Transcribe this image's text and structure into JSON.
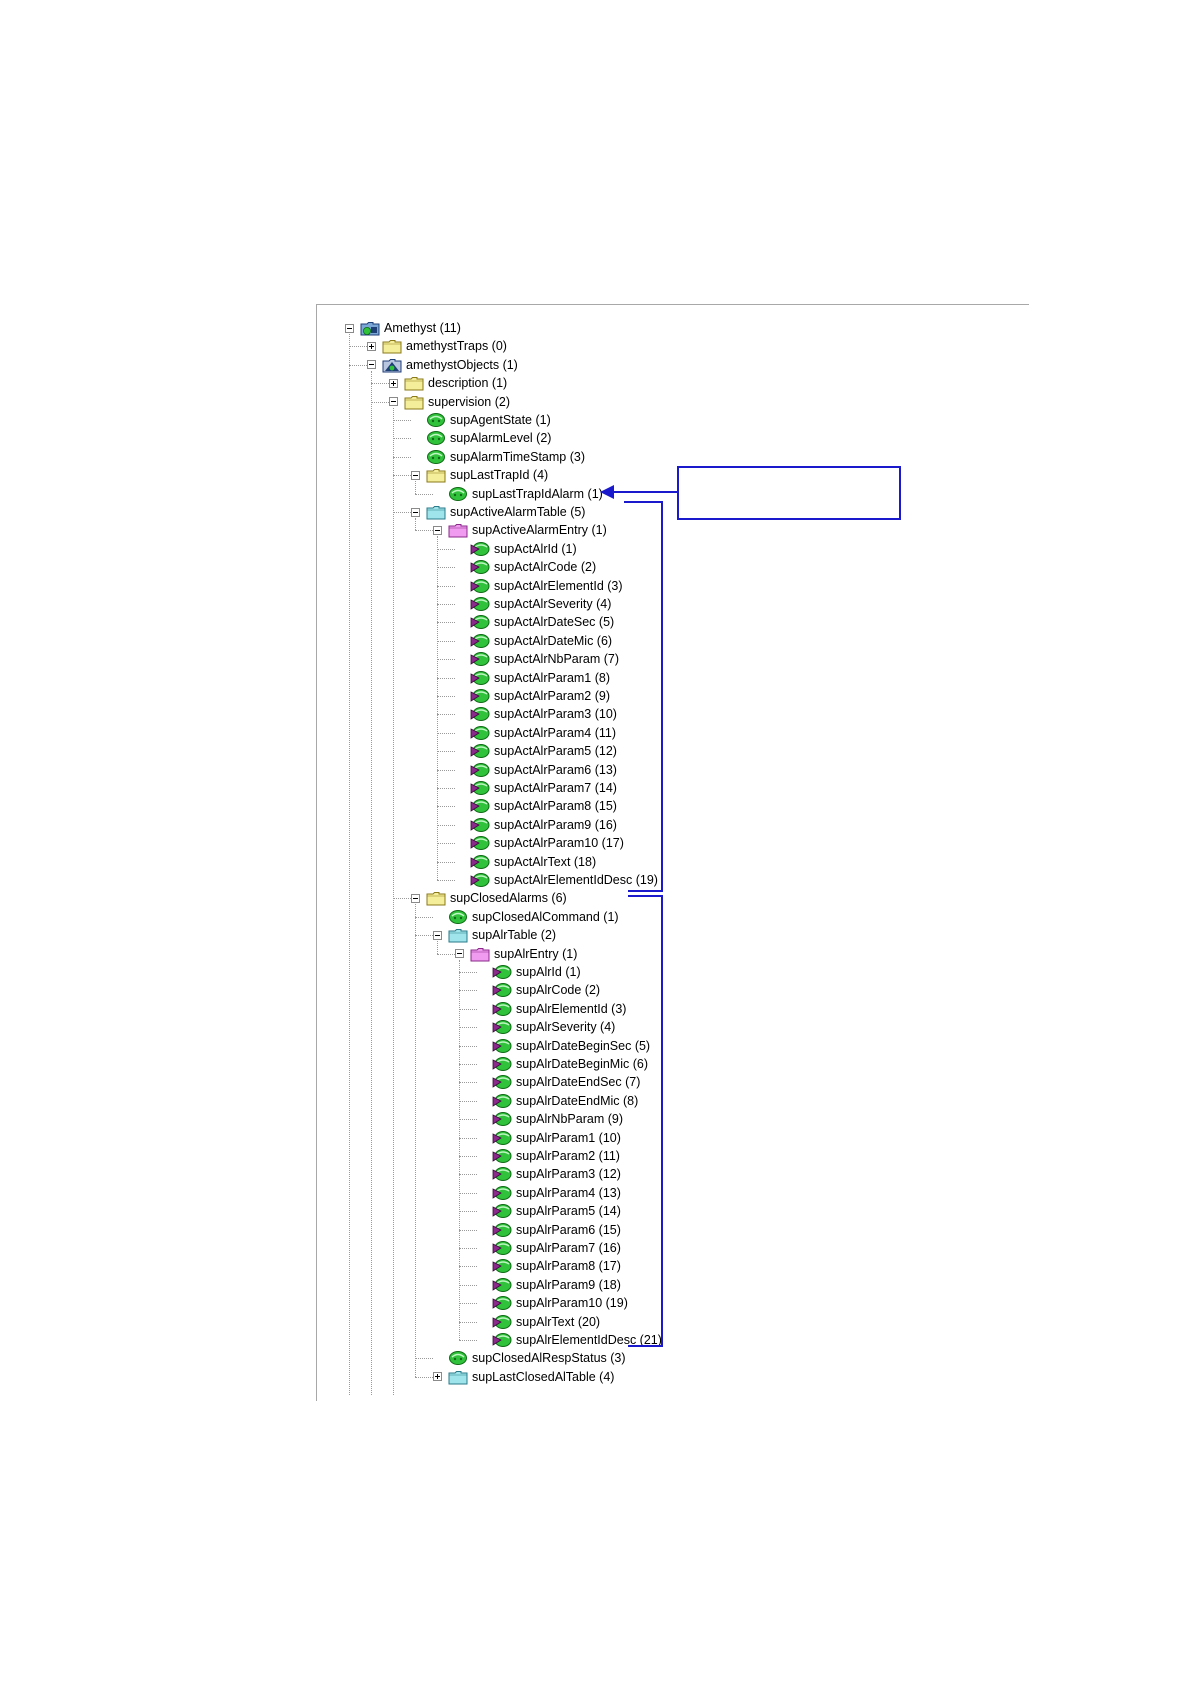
{
  "tree": [
    {
      "id": "n0",
      "label": "Amethyst (11)",
      "depth": 0,
      "icon": "mib-root-icon",
      "expander": "collapse"
    },
    {
      "id": "n1",
      "label": "amethystTraps (0)",
      "depth": 1,
      "icon": "folder-icon",
      "expander": "expand"
    },
    {
      "id": "n2",
      "label": "amethystObjects (1)",
      "depth": 1,
      "icon": "mib-objects-icon",
      "expander": "collapse"
    },
    {
      "id": "n3",
      "label": "description (1)",
      "depth": 2,
      "icon": "folder-icon",
      "expander": "expand"
    },
    {
      "id": "n4",
      "label": "supervision (2)",
      "depth": 2,
      "icon": "folder-icon",
      "expander": "collapse"
    },
    {
      "id": "n5",
      "label": "supAgentState (1)",
      "depth": 3,
      "icon": "scalar-leaf-icon",
      "expander": "none"
    },
    {
      "id": "n6",
      "label": "supAlarmLevel (2)",
      "depth": 3,
      "icon": "scalar-leaf-icon",
      "expander": "none"
    },
    {
      "id": "n7",
      "label": "supAlarmTimeStamp (3)",
      "depth": 3,
      "icon": "scalar-leaf-icon",
      "expander": "none"
    },
    {
      "id": "n8",
      "label": "supLastTrapId (4)",
      "depth": 3,
      "icon": "folder-icon",
      "expander": "collapse"
    },
    {
      "id": "n9",
      "label": "supLastTrapIdAlarm (1)",
      "depth": 4,
      "icon": "scalar-leaf-icon",
      "expander": "none"
    },
    {
      "id": "n10",
      "label": "supActiveAlarmTable (5)",
      "depth": 3,
      "icon": "table-folder-icon",
      "expander": "collapse"
    },
    {
      "id": "n11",
      "label": "supActiveAlarmEntry (1)",
      "depth": 4,
      "icon": "entry-folder-icon",
      "expander": "collapse"
    },
    {
      "id": "n12",
      "label": "supActAlrId (1)",
      "depth": 5,
      "icon": "column-leaf-icon",
      "expander": "none"
    },
    {
      "id": "n13",
      "label": "supActAlrCode (2)",
      "depth": 5,
      "icon": "column-leaf-icon",
      "expander": "none"
    },
    {
      "id": "n14",
      "label": "supActAlrElementId (3)",
      "depth": 5,
      "icon": "column-leaf-icon",
      "expander": "none"
    },
    {
      "id": "n15",
      "label": "supActAlrSeverity (4)",
      "depth": 5,
      "icon": "column-leaf-icon",
      "expander": "none"
    },
    {
      "id": "n16",
      "label": "supActAlrDateSec (5)",
      "depth": 5,
      "icon": "column-leaf-icon",
      "expander": "none"
    },
    {
      "id": "n17",
      "label": "supActAlrDateMic (6)",
      "depth": 5,
      "icon": "column-leaf-icon",
      "expander": "none"
    },
    {
      "id": "n18",
      "label": "supActAlrNbParam (7)",
      "depth": 5,
      "icon": "column-leaf-icon",
      "expander": "none"
    },
    {
      "id": "n19",
      "label": "supActAlrParam1 (8)",
      "depth": 5,
      "icon": "column-leaf-icon",
      "expander": "none"
    },
    {
      "id": "n20",
      "label": "supActAlrParam2 (9)",
      "depth": 5,
      "icon": "column-leaf-icon",
      "expander": "none"
    },
    {
      "id": "n21",
      "label": "supActAlrParam3 (10)",
      "depth": 5,
      "icon": "column-leaf-icon",
      "expander": "none"
    },
    {
      "id": "n22",
      "label": "supActAlrParam4 (11)",
      "depth": 5,
      "icon": "column-leaf-icon",
      "expander": "none"
    },
    {
      "id": "n23",
      "label": "supActAlrParam5 (12)",
      "depth": 5,
      "icon": "column-leaf-icon",
      "expander": "none"
    },
    {
      "id": "n24",
      "label": "supActAlrParam6 (13)",
      "depth": 5,
      "icon": "column-leaf-icon",
      "expander": "none"
    },
    {
      "id": "n25",
      "label": "supActAlrParam7 (14)",
      "depth": 5,
      "icon": "column-leaf-icon",
      "expander": "none"
    },
    {
      "id": "n26",
      "label": "supActAlrParam8 (15)",
      "depth": 5,
      "icon": "column-leaf-icon",
      "expander": "none"
    },
    {
      "id": "n27",
      "label": "supActAlrParam9 (16)",
      "depth": 5,
      "icon": "column-leaf-icon",
      "expander": "none"
    },
    {
      "id": "n28",
      "label": "supActAlrParam10 (17)",
      "depth": 5,
      "icon": "column-leaf-icon",
      "expander": "none"
    },
    {
      "id": "n29",
      "label": "supActAlrText (18)",
      "depth": 5,
      "icon": "column-leaf-icon",
      "expander": "none"
    },
    {
      "id": "n30",
      "label": "supActAlrElementIdDesc (19)",
      "depth": 5,
      "icon": "column-leaf-icon",
      "expander": "none"
    },
    {
      "id": "n31",
      "label": "supClosedAlarms (6)",
      "depth": 3,
      "icon": "folder-icon",
      "expander": "collapse"
    },
    {
      "id": "n32",
      "label": "supClosedAlCommand (1)",
      "depth": 4,
      "icon": "scalar-leaf-icon",
      "expander": "none"
    },
    {
      "id": "n33",
      "label": "supAlrTable (2)",
      "depth": 4,
      "icon": "table-folder-icon",
      "expander": "collapse"
    },
    {
      "id": "n34",
      "label": "supAlrEntry (1)",
      "depth": 5,
      "icon": "entry-folder-icon",
      "expander": "collapse"
    },
    {
      "id": "n35",
      "label": "supAlrId (1)",
      "depth": 6,
      "icon": "column-leaf-icon",
      "expander": "none"
    },
    {
      "id": "n36",
      "label": "supAlrCode (2)",
      "depth": 6,
      "icon": "column-leaf-icon",
      "expander": "none"
    },
    {
      "id": "n37",
      "label": "supAlrElementId (3)",
      "depth": 6,
      "icon": "column-leaf-icon",
      "expander": "none"
    },
    {
      "id": "n38",
      "label": "supAlrSeverity (4)",
      "depth": 6,
      "icon": "column-leaf-icon",
      "expander": "none"
    },
    {
      "id": "n39",
      "label": "supAlrDateBeginSec (5)",
      "depth": 6,
      "icon": "column-leaf-icon",
      "expander": "none"
    },
    {
      "id": "n40",
      "label": "supAlrDateBeginMic (6)",
      "depth": 6,
      "icon": "column-leaf-icon",
      "expander": "none"
    },
    {
      "id": "n41",
      "label": "supAlrDateEndSec (7)",
      "depth": 6,
      "icon": "column-leaf-icon",
      "expander": "none"
    },
    {
      "id": "n42",
      "label": "supAlrDateEndMic (8)",
      "depth": 6,
      "icon": "column-leaf-icon",
      "expander": "none"
    },
    {
      "id": "n43",
      "label": "supAlrNbParam (9)",
      "depth": 6,
      "icon": "column-leaf-icon",
      "expander": "none"
    },
    {
      "id": "n44",
      "label": "supAlrParam1 (10)",
      "depth": 6,
      "icon": "column-leaf-icon",
      "expander": "none"
    },
    {
      "id": "n45",
      "label": "supAlrParam2 (11)",
      "depth": 6,
      "icon": "column-leaf-icon",
      "expander": "none"
    },
    {
      "id": "n46",
      "label": "supAlrParam3 (12)",
      "depth": 6,
      "icon": "column-leaf-icon",
      "expander": "none"
    },
    {
      "id": "n47",
      "label": "supAlrParam4 (13)",
      "depth": 6,
      "icon": "column-leaf-icon",
      "expander": "none"
    },
    {
      "id": "n48",
      "label": "supAlrParam5 (14)",
      "depth": 6,
      "icon": "column-leaf-icon",
      "expander": "none"
    },
    {
      "id": "n49",
      "label": "supAlrParam6 (15)",
      "depth": 6,
      "icon": "column-leaf-icon",
      "expander": "none"
    },
    {
      "id": "n50",
      "label": "supAlrParam7 (16)",
      "depth": 6,
      "icon": "column-leaf-icon",
      "expander": "none"
    },
    {
      "id": "n51",
      "label": "supAlrParam8 (17)",
      "depth": 6,
      "icon": "column-leaf-icon",
      "expander": "none"
    },
    {
      "id": "n52",
      "label": "supAlrParam9 (18)",
      "depth": 6,
      "icon": "column-leaf-icon",
      "expander": "none"
    },
    {
      "id": "n53",
      "label": "supAlrParam10 (19)",
      "depth": 6,
      "icon": "column-leaf-icon",
      "expander": "none"
    },
    {
      "id": "n54",
      "label": "supAlrText (20)",
      "depth": 6,
      "icon": "column-leaf-icon",
      "expander": "none"
    },
    {
      "id": "n55",
      "label": "supAlrElementIdDesc (21)",
      "depth": 6,
      "icon": "column-leaf-icon",
      "expander": "none"
    },
    {
      "id": "n56",
      "label": "supClosedAlRespStatus (3)",
      "depth": 4,
      "icon": "scalar-leaf-icon",
      "expander": "none"
    },
    {
      "id": "n57",
      "label": "supLastClosedAlTable (4)",
      "depth": 4,
      "icon": "table-folder-icon",
      "expander": "expand"
    }
  ],
  "colors": {
    "annotation": "#1a1acc",
    "folder_fill": "#f4ee9a",
    "folder_edge": "#8a7a1a",
    "table_fill": "#9fe4ea",
    "table_edge": "#2a7a8a",
    "entry_fill": "#f09af0",
    "entry_edge": "#8a2a8a",
    "leaf_green": "#2fc23a",
    "leaf_edge": "#0f6a16",
    "column_purple": "#8a2a8a",
    "guide_line": "#9a9a9a"
  }
}
